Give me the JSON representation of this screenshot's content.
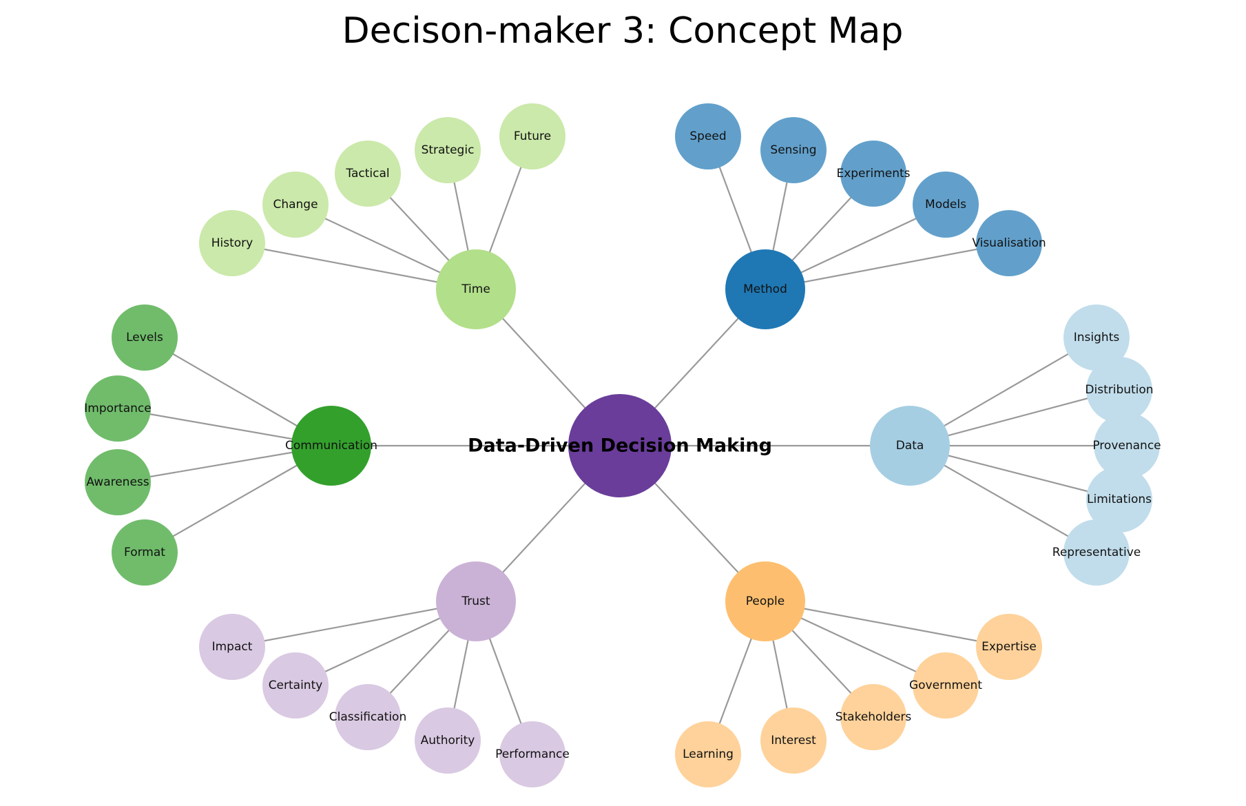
{
  "title": "Decison-maker 3: Concept Map",
  "center": {
    "label": "Data-Driven Decision Making",
    "color": "#6a3d9a"
  },
  "groups": [
    {
      "label": "Time",
      "color": "#b2df8a",
      "leaf_color": "#cbe9aa",
      "leaves": [
        "History",
        "Change",
        "Tactical",
        "Strategic",
        "Future"
      ]
    },
    {
      "label": "Method",
      "color": "#1f78b4",
      "leaf_color": "#62a0cb",
      "leaves": [
        "Speed",
        "Sensing",
        "Experiments",
        "Models",
        "Visualisation"
      ]
    },
    {
      "label": "Communication",
      "color": "#33a02c",
      "leaf_color": "#70bc6b",
      "leaves": [
        "Levels",
        "Importance",
        "Awareness",
        "Format"
      ]
    },
    {
      "label": "Data",
      "color": "#a6cee3",
      "leaf_color": "#c1ddeb",
      "leaves": [
        "Insights",
        "Distribution",
        "Provenance",
        "Limitations",
        "Representative"
      ]
    },
    {
      "label": "Trust",
      "color": "#cab2d6",
      "leaf_color": "#d9c9e2",
      "leaves": [
        "Impact",
        "Certainty",
        "Classification",
        "Authority",
        "Performance"
      ]
    },
    {
      "label": "People",
      "color": "#fdbf6f",
      "leaf_color": "#fed29a",
      "leaves": [
        "Expertise",
        "Government",
        "Stakeholders",
        "Interest",
        "Learning"
      ]
    }
  ]
}
